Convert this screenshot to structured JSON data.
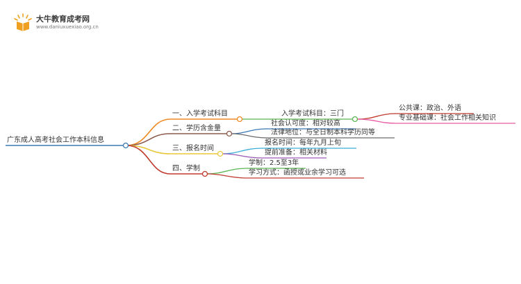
{
  "brand": {
    "name": "大牛教育成考网",
    "url": "www.daniuxuexiao.org.cn"
  },
  "mindmap": {
    "root": "广东成人高考社会工作本科信息",
    "branches": [
      {
        "label": "一、入学考试科目",
        "color": "#f08a24",
        "children": [
          {
            "label": "入学考试科目：三门",
            "color": "#5ab552",
            "children": [
              {
                "label": "公共课：政治、外语",
                "color": "#c0392b"
              },
              {
                "label": "专业基础课：社会工作相关知识",
                "color": "#e85aa3"
              }
            ]
          }
        ]
      },
      {
        "label": "二、学历含金量",
        "color": "#8b5a4a",
        "children": [
          {
            "label": "社会认可度：相对较高",
            "color": "#3a78b5"
          },
          {
            "label": "法律地位：与全日制本科学历同等",
            "color": "#6b6b6b"
          }
        ]
      },
      {
        "label": "三、报名时间",
        "color": "#e8c83a",
        "children": [
          {
            "label": "报名时间：每年九月上旬",
            "color": "#3aaed8"
          },
          {
            "label": "提前准备：相关材料",
            "color": "#9b59b6"
          }
        ]
      },
      {
        "label": "四、学制",
        "color": "#c0392b",
        "children": [
          {
            "label": "学制：2.5至3年",
            "color": "#5ab552"
          },
          {
            "label": "学习方式：函授或业余学习可选",
            "color": "#c0392b"
          }
        ]
      }
    ]
  }
}
